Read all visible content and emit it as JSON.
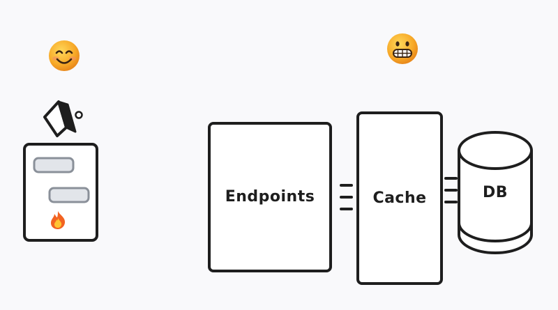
{
  "diagram": {
    "client": {
      "emoji": "smiling-face-icon",
      "logo": "brand-logo-icon",
      "status_icon": "fire-icon"
    },
    "backend": {
      "emoji": "grimacing-face-icon",
      "endpoints_label": "Endpoints",
      "cache_label": "Cache",
      "db_label": "DB"
    },
    "colors": {
      "background": "#f9f9fb",
      "stroke": "#1e1e1e",
      "box_fill": "#ffffff",
      "pill_stroke": "#8a9099",
      "pill_fill": "#e2e5ea"
    }
  }
}
